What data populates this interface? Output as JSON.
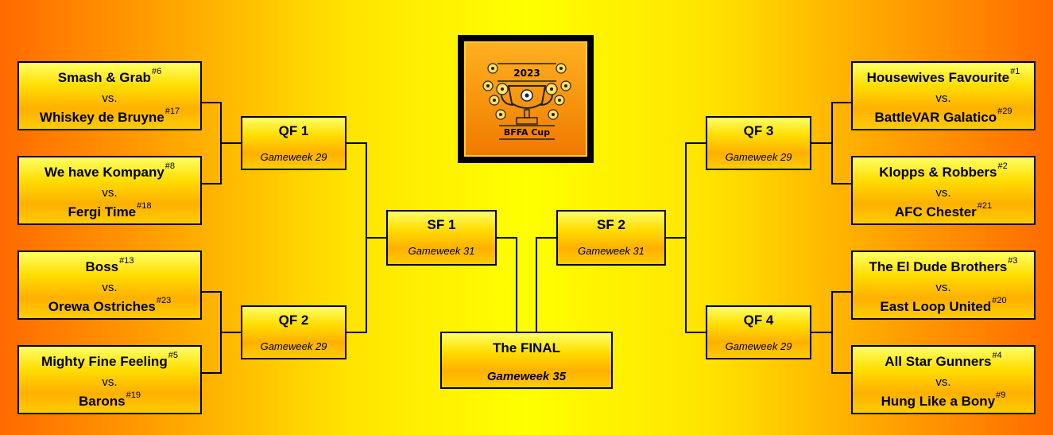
{
  "logo": {
    "year": "2023",
    "name": "BFFA Cup",
    "icon": "trophy-icon"
  },
  "colors": {
    "outer": "#ff6a00",
    "center": "#ffff00",
    "box_top": "#ffff66",
    "box_bottom": "#ffb000",
    "border": "#000000"
  },
  "matches": [
    {
      "t1": "Smash & Grab",
      "s1": "#6",
      "vs": "vs.",
      "t2": "Whiskey de Bruyne",
      "s2": "#17"
    },
    {
      "t1": "We have Kompany",
      "s1": "#8",
      "vs": "vs.",
      "t2": "Fergi Time",
      "s2": "#18"
    },
    {
      "t1": "Boss",
      "s1": "#13",
      "vs": "vs.",
      "t2": "Orewa Ostriches",
      "s2": "#23"
    },
    {
      "t1": "Mighty Fine Feeling",
      "s1": "#5",
      "vs": "vs.",
      "t2": "Barons",
      "s2": "#19"
    },
    {
      "t1": "Housewives Favourite",
      "s1": "#1",
      "vs": "vs.",
      "t2": "BattleVAR Galatico",
      "s2": "#29"
    },
    {
      "t1": "Klopps & Robbers",
      "s1": "#2",
      "vs": "vs.",
      "t2": "AFC Chester",
      "s2": "#21"
    },
    {
      "t1": "The El Dude Brothers",
      "s1": "#3",
      "vs": "vs.",
      "t2": "East Loop United",
      "s2": "#20"
    },
    {
      "t1": "All Star Gunners",
      "s1": "#4",
      "vs": "vs.",
      "t2": "Hung Like a Bony",
      "s2": "#9"
    }
  ],
  "rounds": {
    "qf1": {
      "title": "QF 1",
      "gw": "Gameweek 29"
    },
    "qf2": {
      "title": "QF 2",
      "gw": "Gameweek 29"
    },
    "qf3": {
      "title": "QF 3",
      "gw": "Gameweek 29"
    },
    "qf4": {
      "title": "QF 4",
      "gw": "Gameweek 29"
    },
    "sf1": {
      "title": "SF 1",
      "gw": "Gameweek 31"
    },
    "sf2": {
      "title": "SF 2",
      "gw": "Gameweek 31"
    },
    "final": {
      "title": "The FINAL",
      "gw": "Gameweek 35"
    }
  }
}
